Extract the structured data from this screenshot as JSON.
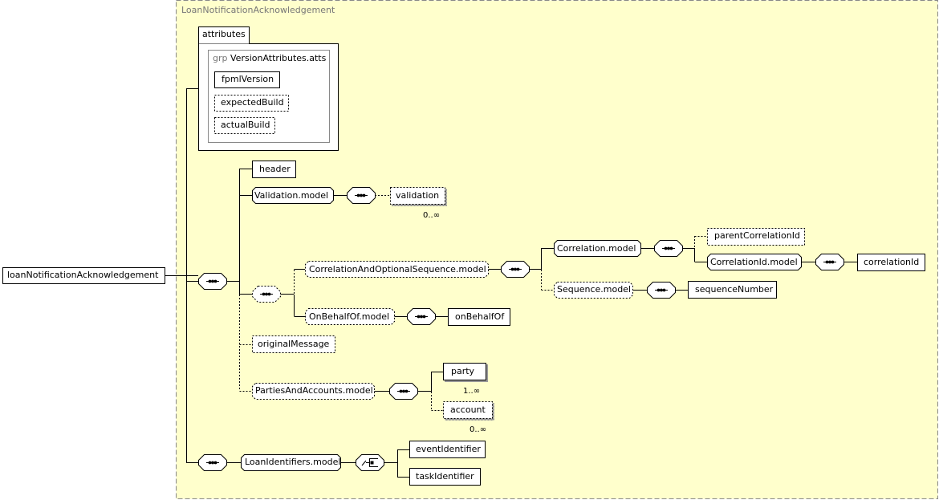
{
  "diagram": {
    "type_name": "LoanNotificationAcknowledgement",
    "root_element": "loanNotificationAcknowledgement",
    "attributes": {
      "tab_label": "attributes",
      "group_prefix": "grp",
      "group_name": "VersionAttributes.atts",
      "items": [
        "fpmlVersion",
        "expectedBuild",
        "actualBuild"
      ]
    },
    "elements": {
      "header": "header",
      "validation_model": "Validation.model",
      "validation": "validation",
      "validation_occurs": "0..∞",
      "correlation_and_sequence": "CorrelationAndOptionalSequence.model",
      "correlation_model": "Correlation.model",
      "parent_correlation_id": "parentCorrelationId",
      "correlation_id_model": "CorrelationId.model",
      "correlation_id": "correlationId",
      "sequence_model": "Sequence.model",
      "sequence_number": "sequenceNumber",
      "on_behalf_of_model": "OnBehalfOf.model",
      "on_behalf_of": "onBehalfOf",
      "original_message": "originalMessage",
      "parties_and_accounts_model": "PartiesAndAccounts.model",
      "party": "party",
      "party_occurs": "1..∞",
      "account": "account",
      "account_occurs": "0..∞",
      "loan_identifiers_model": "LoanIdentifiers.model",
      "event_identifier": "eventIdentifier",
      "task_identifier": "taskIdentifier"
    },
    "colors": {
      "background_fill": "#ffffcc",
      "frame_border": "#888888",
      "node_fill": "#ffffff",
      "line": "#000000",
      "muted_text": "#777777"
    }
  }
}
